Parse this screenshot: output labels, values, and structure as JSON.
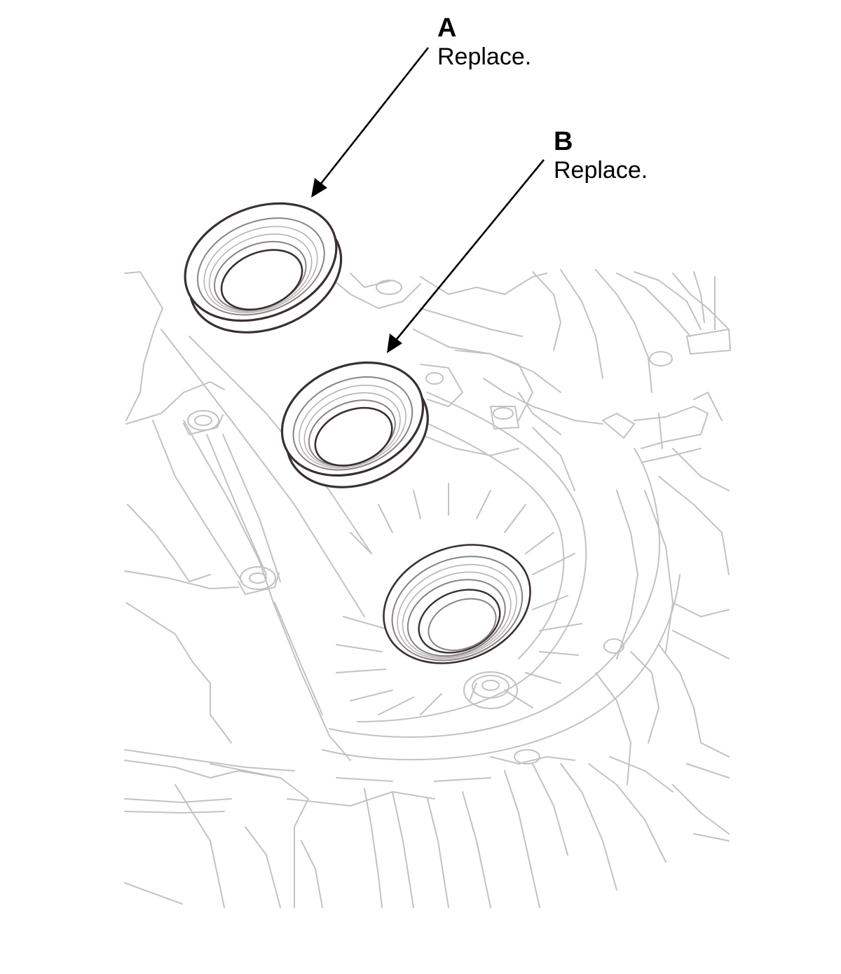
{
  "callouts": [
    {
      "letter": "A",
      "text": "Replace."
    },
    {
      "letter": "B",
      "text": "Replace."
    }
  ],
  "colors": {
    "line_art": "#c2c2c2",
    "seal_outline": "#3a3030",
    "label": "#000000"
  }
}
